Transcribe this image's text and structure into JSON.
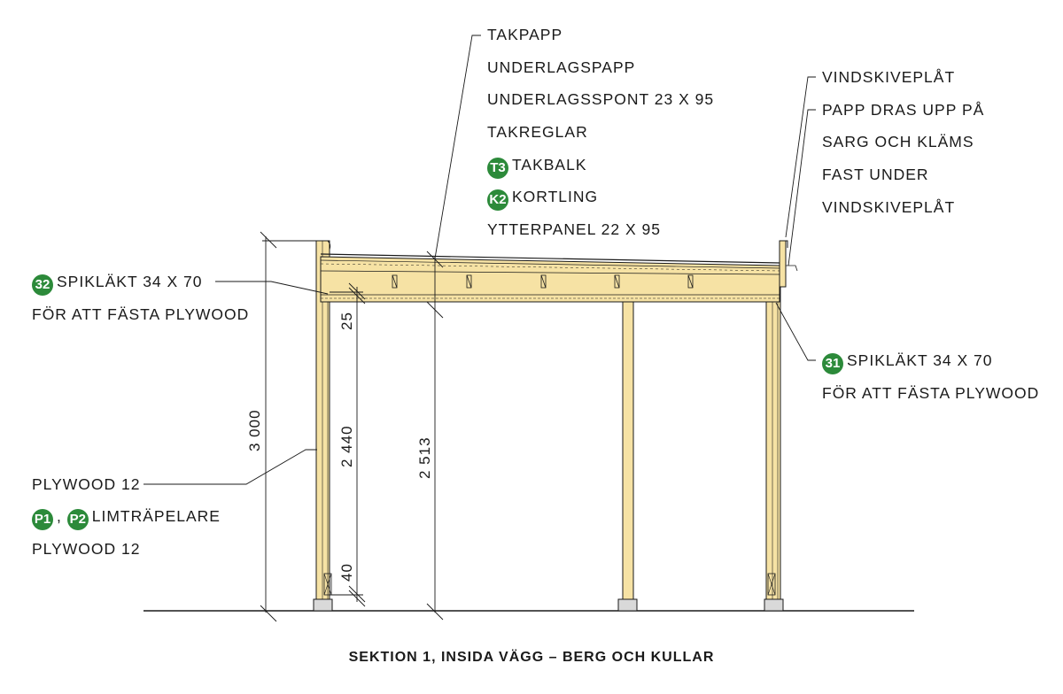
{
  "caption": "SEKTION 1, INSIDA VÄGG – BERG OCH KULLAR",
  "roof_labels": {
    "l1": "TAKPAPP",
    "l2": "UNDERLAGSPAPP",
    "l3": "UNDERLAGSSPONT 23 X 95",
    "l4": "TAKREGLAR",
    "l5_badge": "T3",
    "l5": "TAKBALK",
    "l6_badge": "K2",
    "l6": "KORTLING",
    "l7": "YTTERPANEL 22 X 95"
  },
  "right_top_labels": {
    "l1": "VINDSKIVEPLÅT",
    "l2": "PAPP DRAS UPP PÅ",
    "l3": "SARG OCH KLÄMS",
    "l4": "FAST UNDER",
    "l5": "VINDSKIVEPLÅT"
  },
  "left_top_labels": {
    "badge": "32",
    "l1": "SPIKLÄKT 34 X 70",
    "l2": "FÖR ATT FÄSTA PLYWOOD"
  },
  "right_mid_labels": {
    "badge": "31",
    "l1": "SPIKLÄKT 34 X 70",
    "l2": "FÖR ATT FÄSTA PLYWOOD"
  },
  "left_bottom_labels": {
    "l1": "PLYWOOD 12",
    "badge1": "P1",
    "sep": ",",
    "badge2": "P2",
    "l2": "LIMTRÄPELARE",
    "l3": "PLYWOOD 12"
  },
  "dimensions": {
    "total_height": "3 000",
    "inner_height": "2 440",
    "center_height": "2 513",
    "top_offset": "25",
    "bottom_offset": "40"
  },
  "colors": {
    "wood": "#f6e2a4",
    "line": "#1a1a1a",
    "badge": "#2c8a3a",
    "foundation": "#d9d9d9"
  }
}
